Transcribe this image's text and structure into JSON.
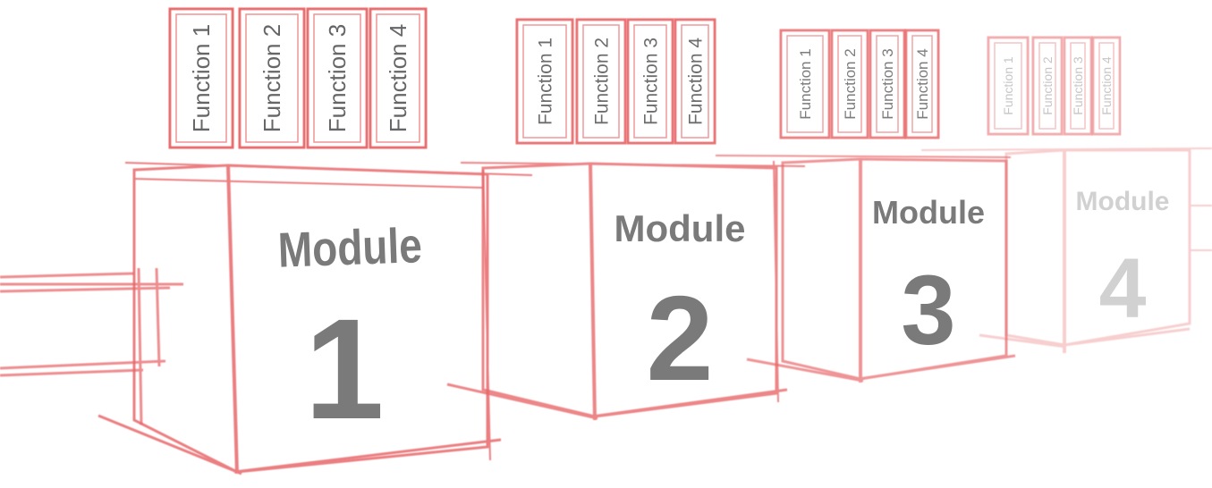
{
  "colors": {
    "sketch_line": "#e8676b",
    "label_gray": "#7a7a7a"
  },
  "modules": [
    {
      "title": "Module",
      "number": "1",
      "functions": [
        "Function 1",
        "Function 2",
        "Function 3",
        "Function 4"
      ]
    },
    {
      "title": "Module",
      "number": "2",
      "functions": [
        "Function 1",
        "Function 2",
        "Function 3",
        "Function 4"
      ]
    },
    {
      "title": "Module",
      "number": "3",
      "functions": [
        "Function 1",
        "Function 2",
        "Function 3",
        "Function 4"
      ]
    },
    {
      "title": "Module",
      "number": "4",
      "functions": [
        "Function 1",
        "Function 2",
        "Function 3",
        "Function 4"
      ]
    }
  ]
}
